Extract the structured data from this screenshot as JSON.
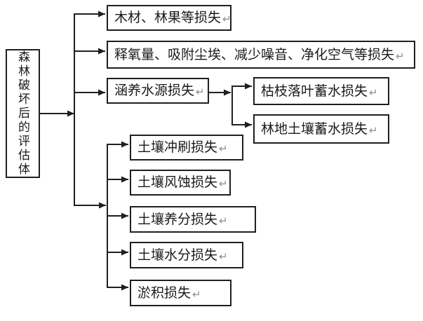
{
  "diagram": {
    "root": {
      "label": "森林破坏后的评估体"
    },
    "return_mark": "↵",
    "nodes": [
      {
        "id": "timber-fruit-loss",
        "label": "木材、林果等损失"
      },
      {
        "id": "oxygen-dust-noise-air-loss",
        "label": "释氧量、吸附尘埃、减少噪音、净化空气等损失"
      },
      {
        "id": "water-conservation-loss",
        "label": "涵养水源损失"
      },
      {
        "id": "litter-water-storage-loss",
        "label": "枯枝落叶蓄水损失"
      },
      {
        "id": "forestland-soil-water-storage-loss",
        "label": "林地土壤蓄水损失"
      },
      {
        "id": "soil-scouring-loss",
        "label": "土壤冲刷损失"
      },
      {
        "id": "soil-wind-erosion-loss",
        "label": "土壤风蚀损失"
      },
      {
        "id": "soil-nutrient-loss",
        "label": "土壤养分损失"
      },
      {
        "id": "soil-moisture-loss",
        "label": "土壤水分损失"
      },
      {
        "id": "silt-deposition-loss",
        "label": "淤积损失"
      }
    ],
    "colors": {
      "line": "#1f1f1f",
      "text": "#1a1a1a",
      "mark": "#8c8c8c",
      "background": "#ffffff"
    }
  }
}
